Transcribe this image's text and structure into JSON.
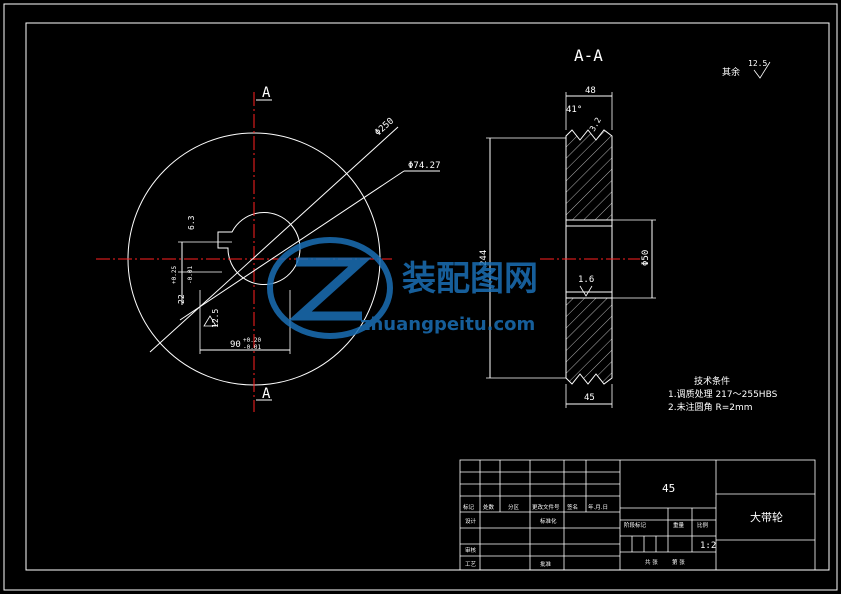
{
  "section_label": "A-A",
  "cut_mark": "A",
  "surface_note": {
    "prefix": "其余",
    "value": "12.5"
  },
  "front_view": {
    "dim_outer_dia": "Φ250",
    "dim_inner_dia": "Φ74.27",
    "dim_key_width": "6.3",
    "dim_hub_height": "22",
    "dim_hub_tol_upper": "+0.25",
    "dim_hub_tol_lower": "-0.01",
    "dim_roughness_left": "12.5",
    "dim_bottom": "90",
    "dim_bottom_tol_upper": "+0.20",
    "dim_bottom_tol_lower": "-0.01"
  },
  "section_view": {
    "dim_top_width": "48",
    "dim_groove_angle": "41°",
    "dim_groove_depth": "3.2",
    "dim_height": "244",
    "dim_bore": "Φ50",
    "dim_roughness_bore": "1.6",
    "dim_bottom_width": "45"
  },
  "tech_requirements": {
    "title": "技术条件",
    "items": [
      "1.调质处理 217～255HBS",
      "2.未注圆角 R=2mm"
    ]
  },
  "title_block": {
    "material": "45",
    "part_name": "大带轮",
    "scale": "1:2",
    "row_labels": {
      "mark": "标记",
      "count": "处数",
      "zone": "分区",
      "doc_no": "更改文件号",
      "sign": "签名",
      "date": "年.月.日",
      "design": "设计",
      "standardize": "标准化",
      "stage_mark": "阶段标记",
      "weight": "重量",
      "ratio": "比例",
      "review": "审核",
      "process": "工艺",
      "approve": "批准",
      "sheets_total": "共 张",
      "sheet_no": "第 张"
    }
  },
  "watermark": {
    "brand": "装配图网",
    "url": "zhuangpeitu.com"
  },
  "colors": {
    "background": "#000000",
    "line": "#ffffff",
    "centerline": "#ff2020",
    "watermark": "#1a6fb5"
  }
}
